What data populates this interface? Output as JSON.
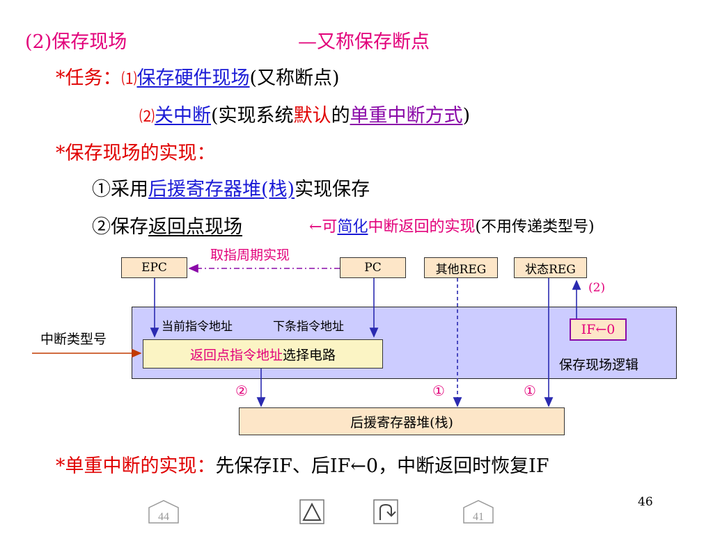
{
  "header": {
    "num": "(2)",
    "title": "保存现场",
    "aka": "—又称保存断点"
  },
  "task": {
    "star_label": "*任务：",
    "n1": "⑴",
    "item1_link": "保存硬件现场",
    "item1_rest": "(又称断点)",
    "n2": "⑵",
    "item2_link": "关中断",
    "item2_a": "(实现系统",
    "item2_red": "默认",
    "item2_b": "的",
    "item2_link2": "单重中断方式",
    "item2_c": ")"
  },
  "impl": {
    "star_label": "*保存现场的实现：",
    "p1_num": "①采用",
    "p1_link": "后援寄存器堆(栈)",
    "p1_rest": "实现保存",
    "p2_num": "②保存",
    "p2_link": "返回点现场",
    "p2_arrow": "←可",
    "p2_link2": "简化",
    "p2_pink": "中断返回的实现",
    "p2_rest": "(不用传递类型号)"
  },
  "diagram": {
    "fetch_label": "取指周期实现",
    "epc": "EPC",
    "pc": "PC",
    "other_reg": "其他REG",
    "status_reg": "状态REG",
    "mark_2_top": "(2)",
    "cur_addr": "当前指令地址",
    "next_addr": "下条指令地址",
    "if_zero": "IF←0",
    "int_type": "中断类型号",
    "sel_pink": "返回点指令地址",
    "sel_black": "选择电路",
    "save_logic": "保存现场逻辑",
    "circ2": "②",
    "circ1a": "①",
    "circ1b": "①",
    "stack": "后援寄存器堆(栈)"
  },
  "single": {
    "label": "*单重中断的实现：",
    "text": "先保存IF、后IF←0，中断返回时恢复IF"
  },
  "page_number": "46",
  "nav": {
    "prev": "44",
    "next": "41"
  },
  "colors": {
    "pink": "#e2007a",
    "blue": "#1a1ad6",
    "red": "#e00000",
    "lavender": "#ccccff",
    "peach": "#fde6c8",
    "yellow": "#fbf4c4"
  }
}
